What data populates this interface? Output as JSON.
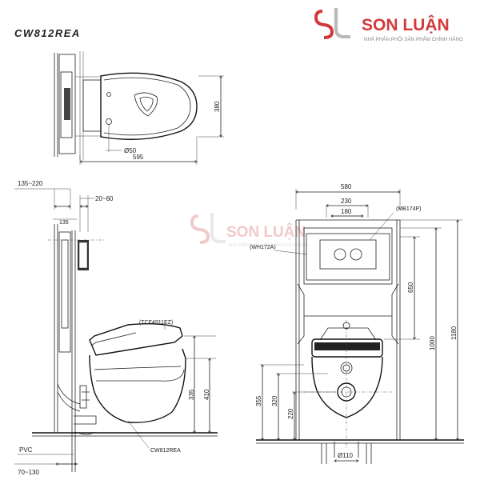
{
  "model_code": "CW812REA",
  "brand": {
    "name": "SON LUẬN",
    "tagline": "NHÀ PHÂN PHỐI SẢN PHẨM CHÍNH HÃNG",
    "watermark_name": "SON LUẬN",
    "watermark_tagline": "NHÀ PHÂN PHỐI SẢN PHẨM CHÍNH HÃNG",
    "accent_color": "#d23a3a",
    "watermark_color": "#f2c9c9"
  },
  "top_view": {
    "dim_depth": "595",
    "dim_width": "380",
    "dim_hole": "Ø50"
  },
  "side_view": {
    "dim_wall": "135~220",
    "dim_offset": "20~60",
    "dim_135": "135",
    "label_seat": "(TCF4911EZ)",
    "label_bowl": "CW812REA",
    "dim_rim": "335",
    "dim_height": "410",
    "label_pvc": "PVC",
    "dim_floor": "70~130"
  },
  "front_view": {
    "dim_580": "580",
    "dim_230": "230",
    "dim_180": "180",
    "label_plate": "(MB174P)",
    "label_frame": "(WH172A)",
    "dim_650": "650",
    "dim_1000": "1000",
    "dim_1180": "1180",
    "dim_355": "355",
    "dim_320": "320",
    "dim_220": "220",
    "dim_pipe": "Ø110"
  }
}
